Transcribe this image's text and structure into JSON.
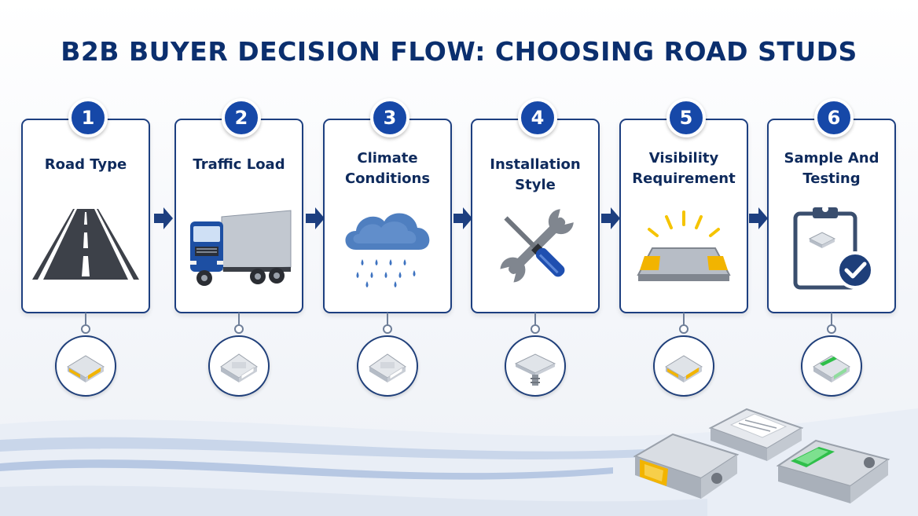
{
  "title": "B2B BUYER DECISION FLOW: CHOOSING ROAD STUDS",
  "colors": {
    "navy": "#0b2f6e",
    "badge_blue": "#1648a8",
    "card_border": "#1d3f80",
    "amber": "#f2b400",
    "green": "#2fbf4a"
  },
  "steps": [
    {
      "number": "1",
      "label": [
        "Road Type"
      ],
      "icon": "road-icon",
      "product": "amber-road-stud"
    },
    {
      "number": "2",
      "label": [
        "Traffic Load"
      ],
      "icon": "truck-icon",
      "product": "white-road-stud"
    },
    {
      "number": "3",
      "label": [
        "Climate",
        "Conditions"
      ],
      "icon": "rain-cloud-icon",
      "product": "white-road-stud"
    },
    {
      "number": "4",
      "label": [
        "Installation Style"
      ],
      "icon": "tools-icon",
      "product": "shank-road-stud"
    },
    {
      "number": "5",
      "label": [
        "Visibility",
        "Requirement"
      ],
      "icon": "glowing-stud-icon",
      "product": "amber-road-stud"
    },
    {
      "number": "6",
      "label": [
        "Sample And",
        "Testing"
      ],
      "icon": "clipboard-check-icon",
      "product": "green-road-stud"
    }
  ]
}
